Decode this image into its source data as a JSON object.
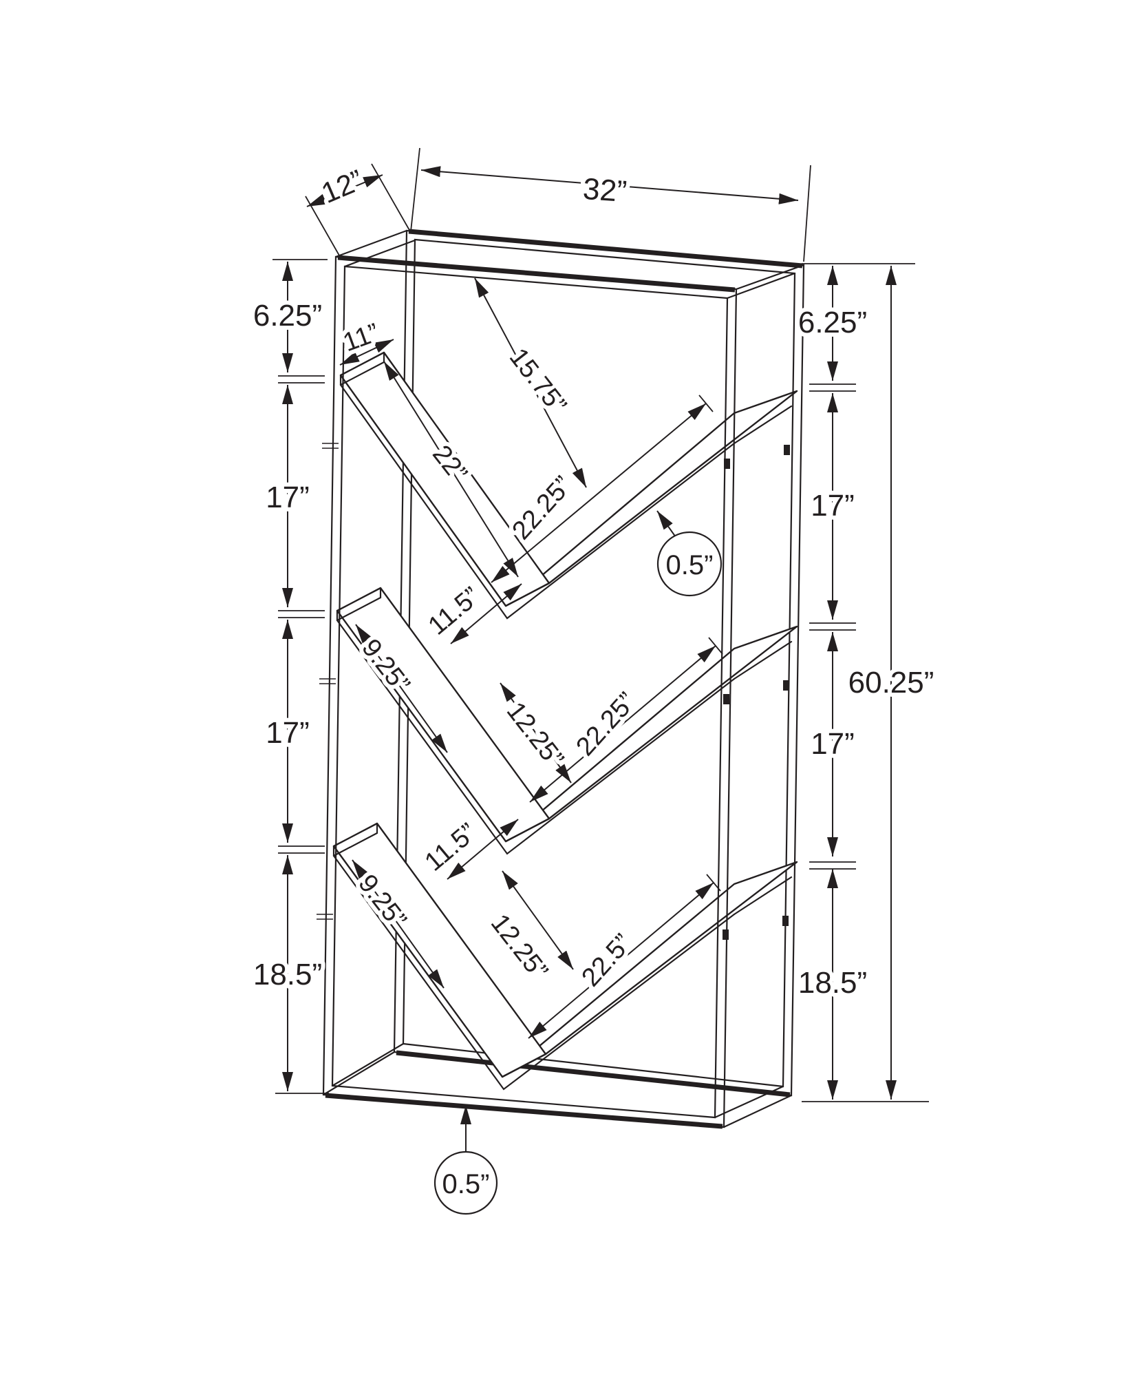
{
  "colors": {
    "line": "#231f20",
    "background": "#ffffff"
  },
  "labels": {
    "depth": "12”",
    "width": "32”",
    "left_top": "6.25”",
    "left_mid1": "17”",
    "left_mid2": "17”",
    "left_bottom": "18.5”",
    "right_top": "6.25”",
    "right_mid1": "17”",
    "right_mid2": "17”",
    "right_bottom": "18.5”",
    "overall_height": "60.25”",
    "shelf1_end_width": "11”",
    "shelf1_length": "22”",
    "bay1_diagonal_clearance": "15.75”",
    "shelf1_ascending_length": "22.25”",
    "shelf_thickness_mid": "0.5”",
    "shelf2_end_width": "9.25”",
    "bay2_clearance": "11.5”",
    "bay2_gap": "12.25”",
    "shelf2_ascending_length": "22.25”",
    "shelf3_end_width": "9.25”",
    "bay3_clearance": "11.5”",
    "bay3_gap": "12.25”",
    "shelf3_ascending_length": "22.5”",
    "shelf_thickness_bottom": "0.5”"
  }
}
